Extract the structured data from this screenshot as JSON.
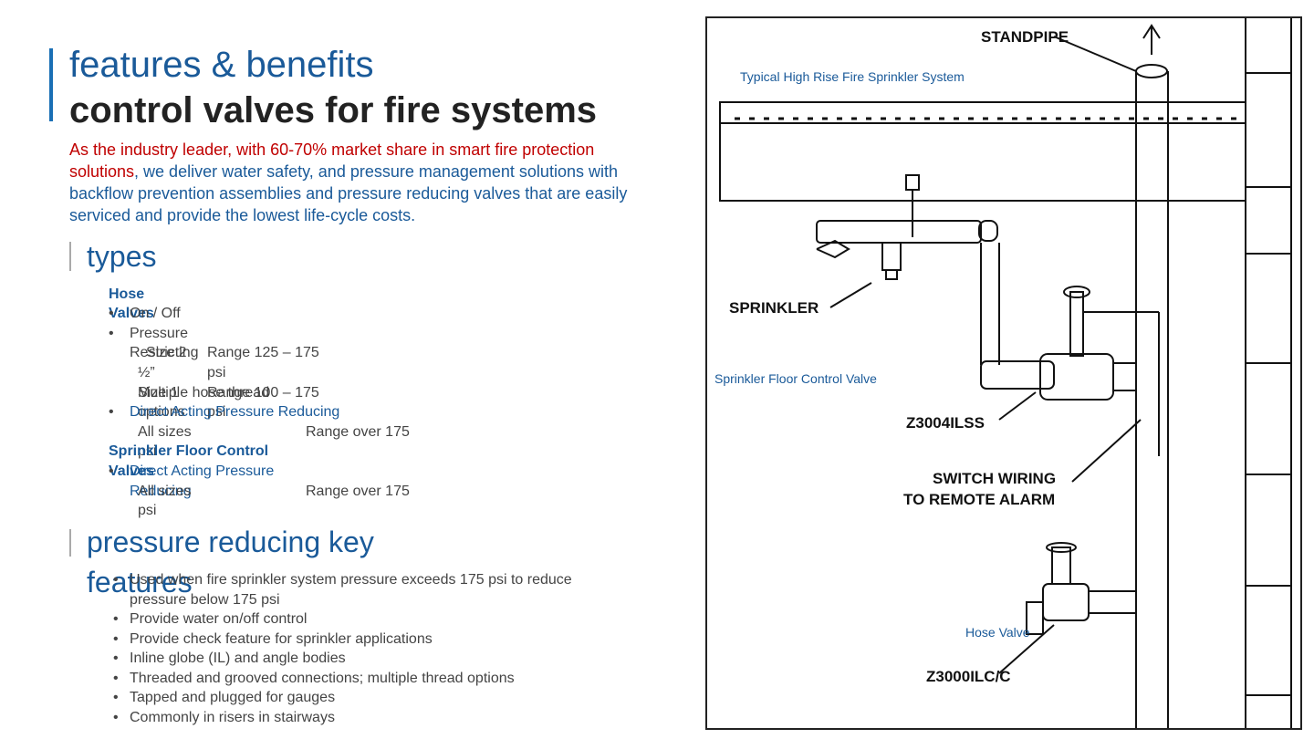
{
  "header": {
    "title": "features & benefits",
    "subtitle": "control valves for fire systems"
  },
  "intro": {
    "highlight": "As the industry leader, with 60-70% market share in smart fire protection solutions",
    "rest": ", we  deliver water safety, and pressure management solutions with backflow prevention  assemblies and pressure reducing valves that are easily serviced and provide the lowest  life-cycle costs."
  },
  "types": {
    "heading": "types",
    "hose_valves_label_1": "Hose",
    "hose_valves_label_2": "Valves",
    "on_off": "On / Off",
    "pressure": "Pressure",
    "restricting": "Restricting",
    "size_2": "Size 2",
    "half": "½”",
    "range_125_175": "Range 125 – 175",
    "psi_1": "psi",
    "multiple_hose_thread": "Multiple hose thread",
    "size_1": "Size 1",
    "range_100_175": "Range 100 – 175",
    "options": "options",
    "psi_2": "psi",
    "direct_acting_prv": "Direct Acting Pressure Reducing",
    "all_sizes_1": "All sizes",
    "range_over_175_1": "Range over 175",
    "sprinkler_label_1": "Sprinkler Floor Control",
    "sprinkler_label_2": "Valves",
    "direct_acting_1": "Direct Acting Pressure",
    "reducing": "Reducing",
    "all_sizes_2": "All sizes",
    "range_over_175_2": "Range over 175",
    "psi_3": "psi",
    "psi_4": "psi"
  },
  "key_features": {
    "heading_1": "pressure reducing key",
    "heading_2": "features",
    "items": [
      "Used when fire sprinkler system pressure exceeds 175 psi to reduce pressure below 175 psi",
      "Provide water on/off control",
      "Provide check feature for sprinkler applications",
      "Inline globe (IL) and angle bodies",
      "Threaded and grooved connections; multiple thread options",
      "Tapped and plugged for gauges",
      "Commonly in risers in stairways"
    ]
  },
  "diagram": {
    "caption_system": "Typical High Rise Fire Sprinkler System",
    "caption_floor_valve": "Sprinkler Floor Control Valve",
    "caption_hose_valve": "Hose Valve",
    "label_standpipe": "STANDPIPE",
    "label_sprinkler": "SPRINKLER",
    "label_model_1": "Z3004ILSS",
    "label_switch_1": "SWITCH WIRING",
    "label_switch_2": "TO REMOTE ALARM",
    "label_model_2": "Z3000ILC/C"
  },
  "colors": {
    "brand_blue": "#1a5a99",
    "highlight_red": "#c00000"
  }
}
